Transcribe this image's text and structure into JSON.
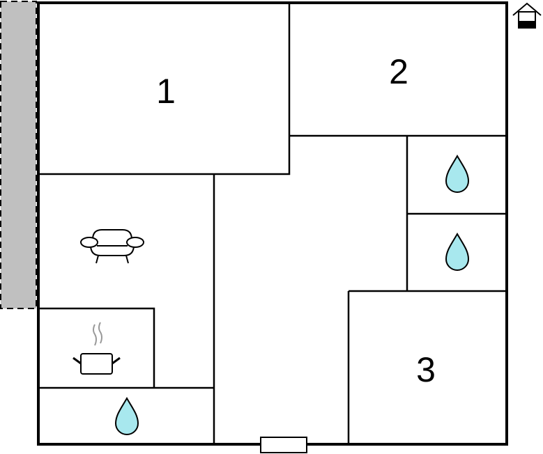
{
  "rooms": {
    "bedroom1": "1",
    "bedroom2": "2",
    "bedroom3": "3"
  },
  "colors": {
    "water": "#a8e8ee",
    "terrace": "#c0c0c0",
    "steam": "#999999"
  },
  "icons": [
    "house-icon",
    "sofa-icon",
    "cooking-pot-icon",
    "water-drop-icon",
    "entrance-door"
  ]
}
